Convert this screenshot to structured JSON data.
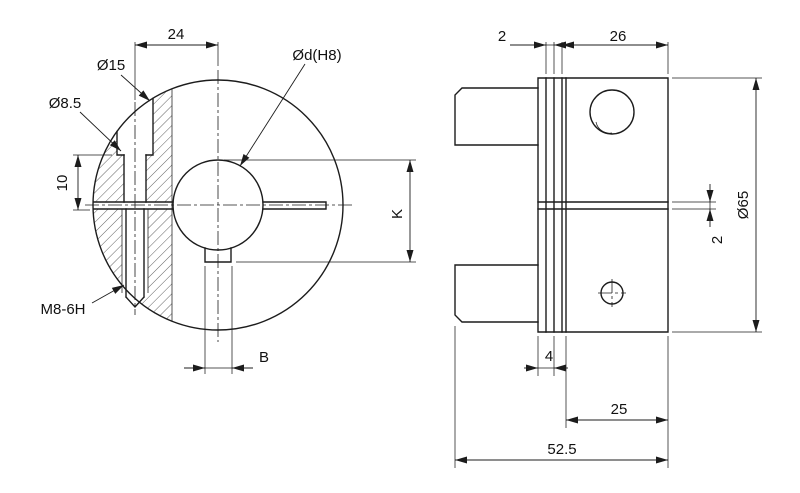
{
  "page": {
    "background_color": "#ffffff",
    "line_color": "#1c1c1c"
  },
  "front_view": {
    "labels": {
      "dim_24": "24",
      "counterbore_dia": "Ø15",
      "clearance_dia": "Ø8.5",
      "dim_10": "10",
      "thread_spec": "M8-6H",
      "bore_dia": "Ød(H8)",
      "keyway_depth": "K",
      "keyway_width": "B"
    }
  },
  "side_view": {
    "labels": {
      "groove_width_top": "2",
      "hub_length": "26",
      "outer_dia": "Ø65",
      "slit_width": "2",
      "flange_width": "4",
      "hub_step_length": "25",
      "overall_length": "52.5"
    }
  }
}
